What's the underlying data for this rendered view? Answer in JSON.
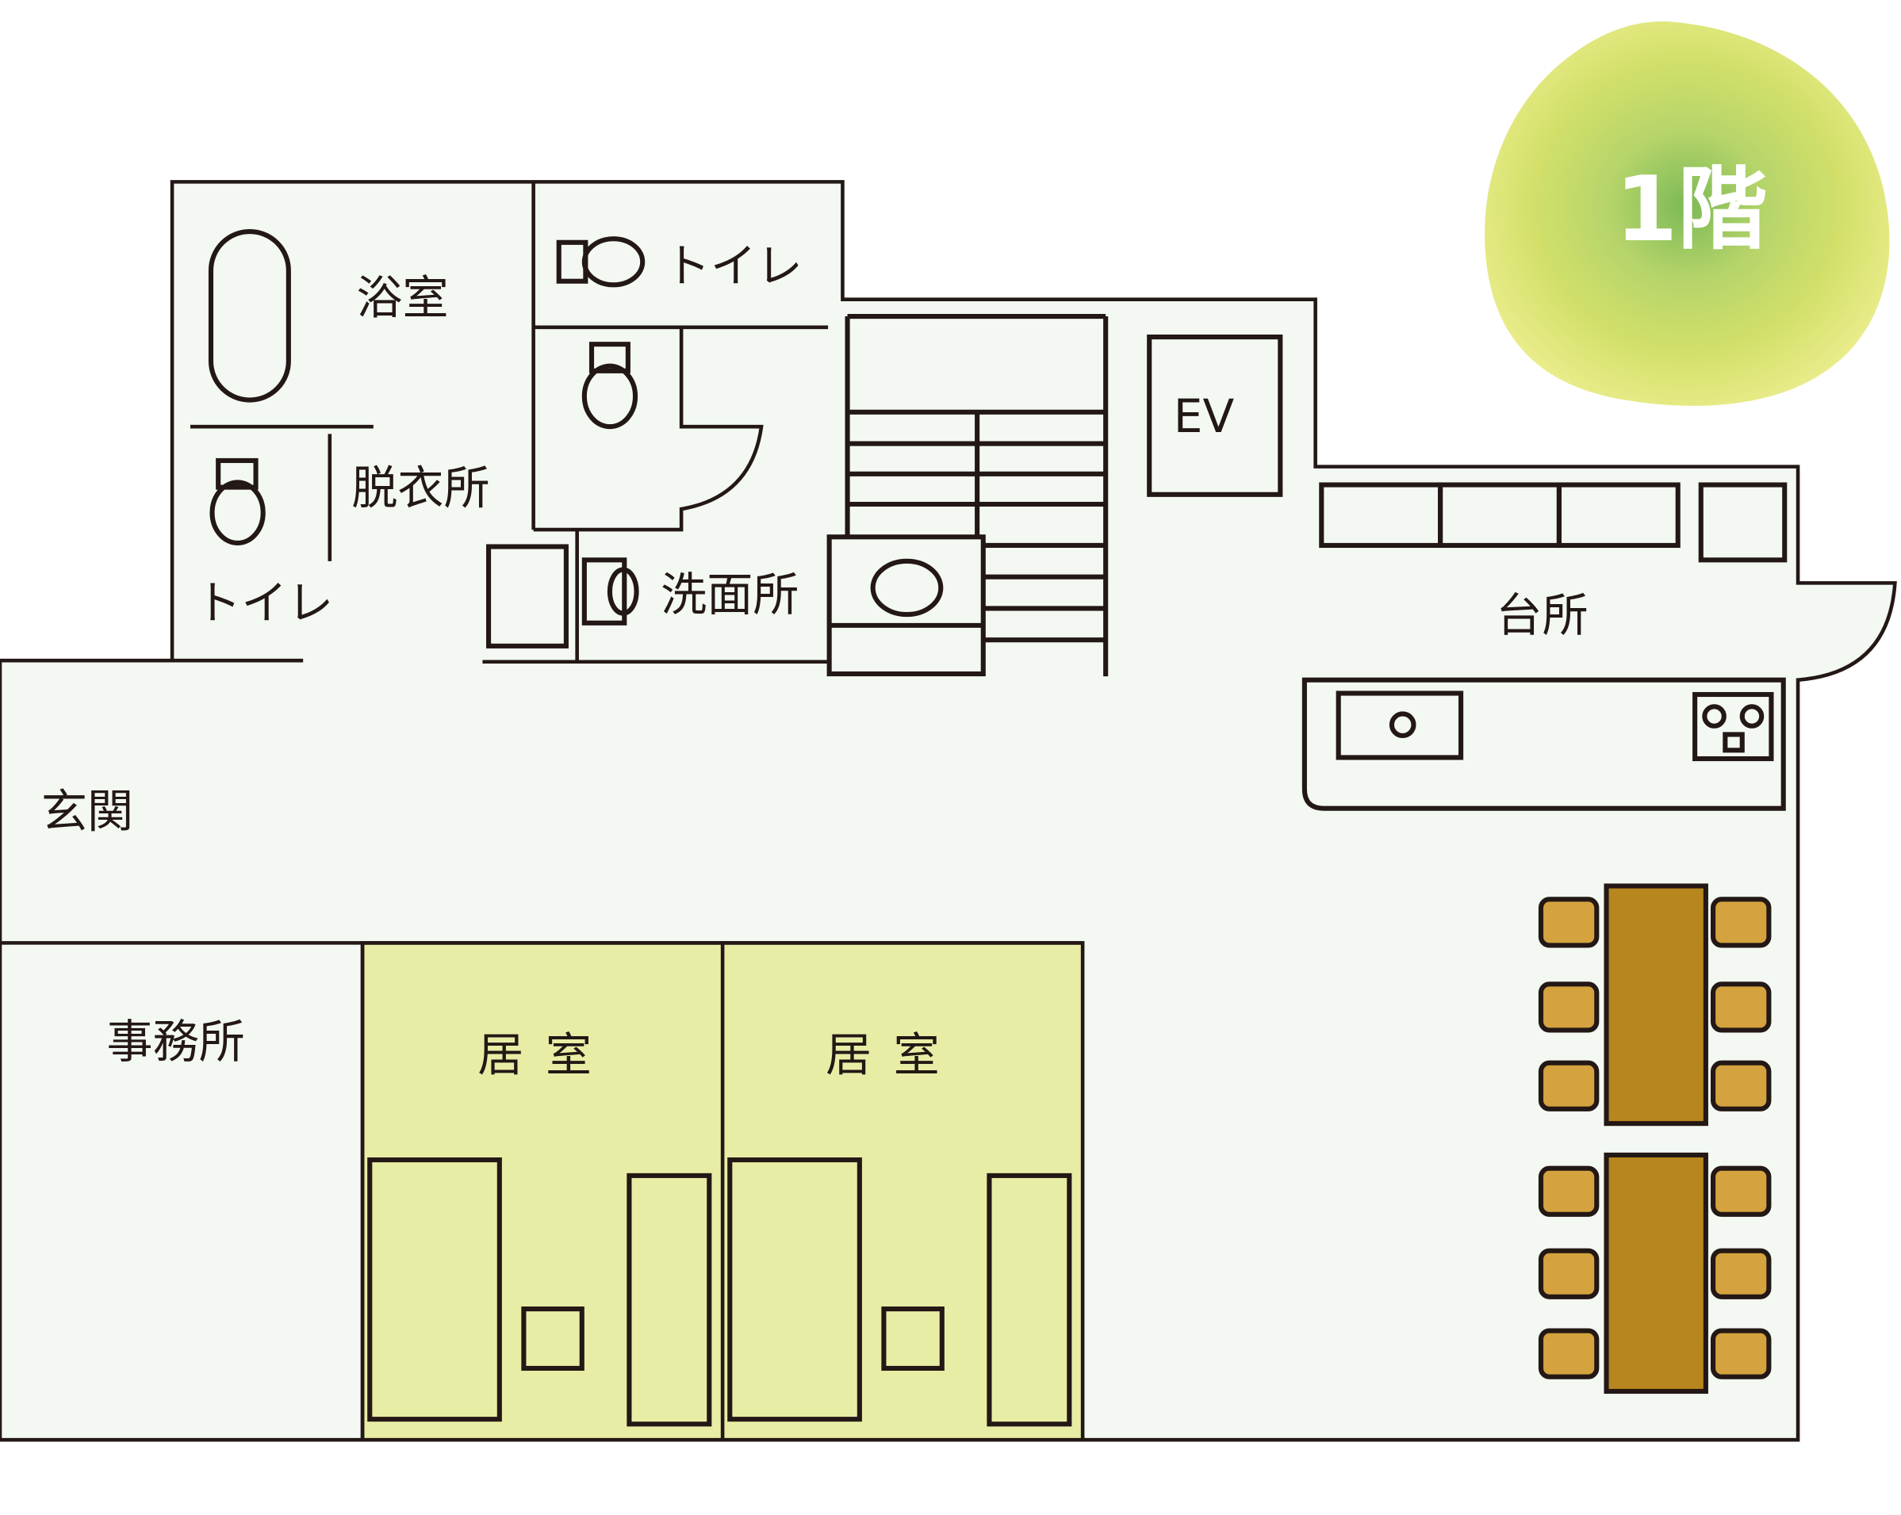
{
  "floor_badge": {
    "label": "1階"
  },
  "rooms": {
    "bath": "浴室",
    "dressing": "脱衣所",
    "toilet_left": "トイレ",
    "toilet_top": "トイレ",
    "washroom": "洗面所",
    "elevator": "EV",
    "kitchen": "台所",
    "entrance": "玄関",
    "office": "事務所",
    "living_room_1": "居室",
    "living_room_2": "居室"
  },
  "colors": {
    "floor": "#f3f8f3",
    "living_room": "#e8eda6",
    "table": "#b8861e",
    "chair": "#d4a23e",
    "badge": "#cfdd5e",
    "wall": "#231815"
  }
}
